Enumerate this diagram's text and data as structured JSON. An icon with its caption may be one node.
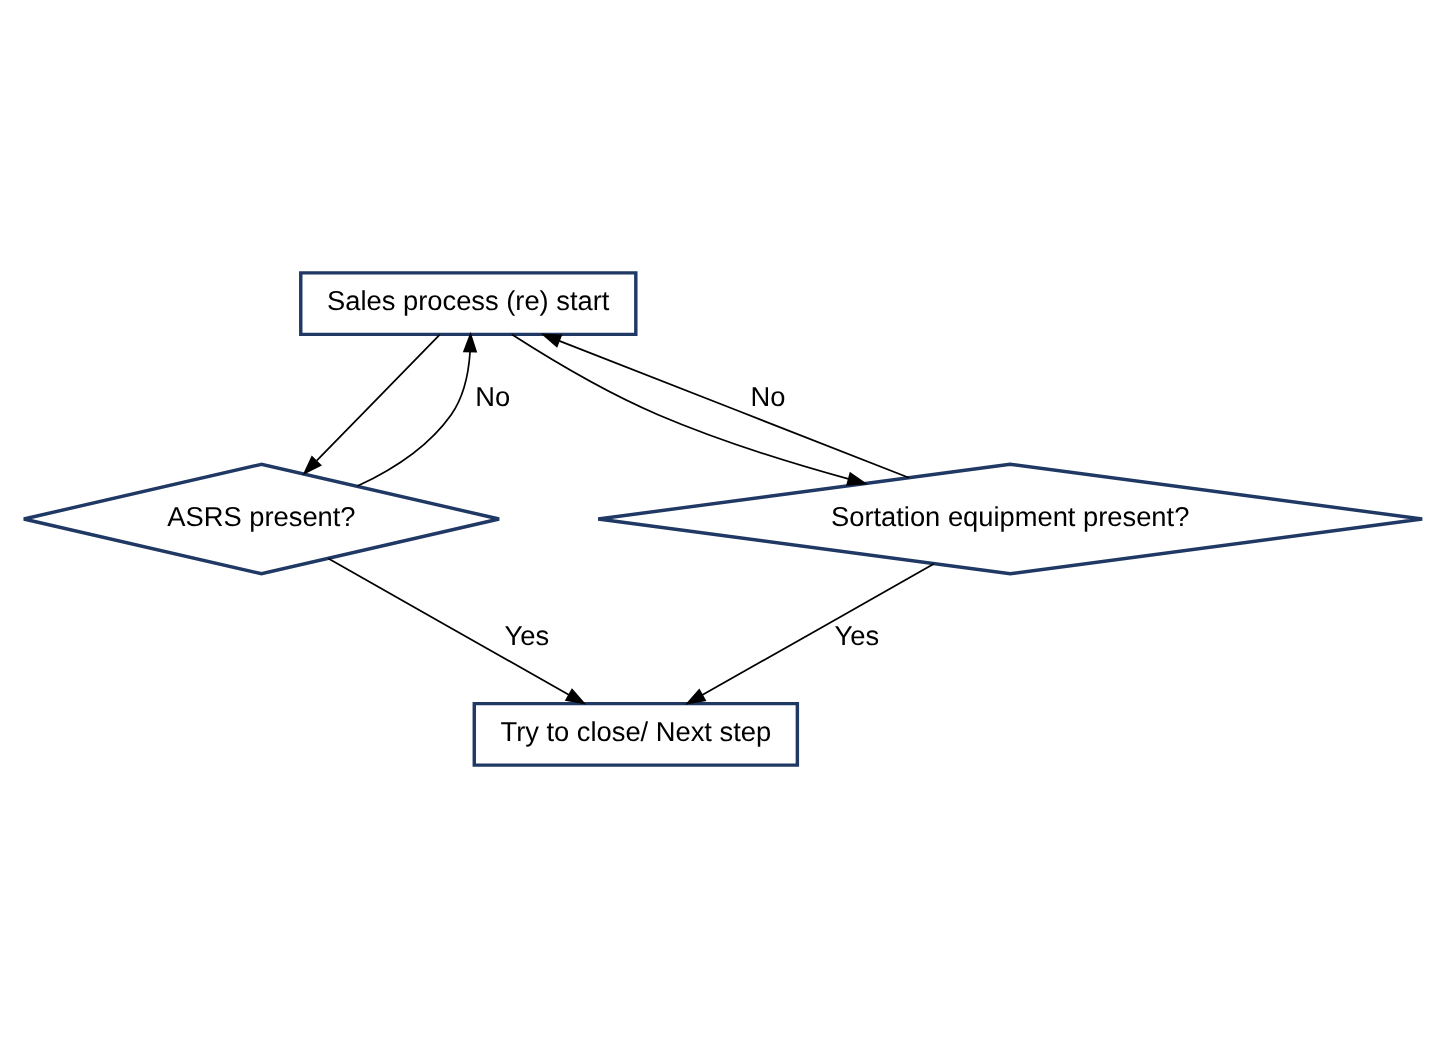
{
  "diagram": {
    "nodes": [
      {
        "text": [
          "Sales process (re) start"
        ]
      },
      {
        "text": [
          "ASRS present?"
        ]
      },
      {
        "text": [
          "Sortation equipment present?"
        ]
      },
      {
        "text": [
          "Try to close/ Next step"
        ]
      }
    ],
    "edges": [
      {
        "from": 0,
        "to": 1,
        "arrow": "to"
      },
      {
        "from": 0,
        "to": 2,
        "arrow": "to"
      },
      {
        "from": 1,
        "to": 0,
        "arrow": "to",
        "label": "No"
      },
      {
        "from": 2,
        "to": 0,
        "arrow": "to",
        "label": "No"
      },
      {
        "from": 1,
        "to": 3,
        "arrow": "to",
        "label": "Yes"
      },
      {
        "from": 2,
        "to": 3,
        "arrow": "to",
        "label": "Yes"
      }
    ]
  }
}
